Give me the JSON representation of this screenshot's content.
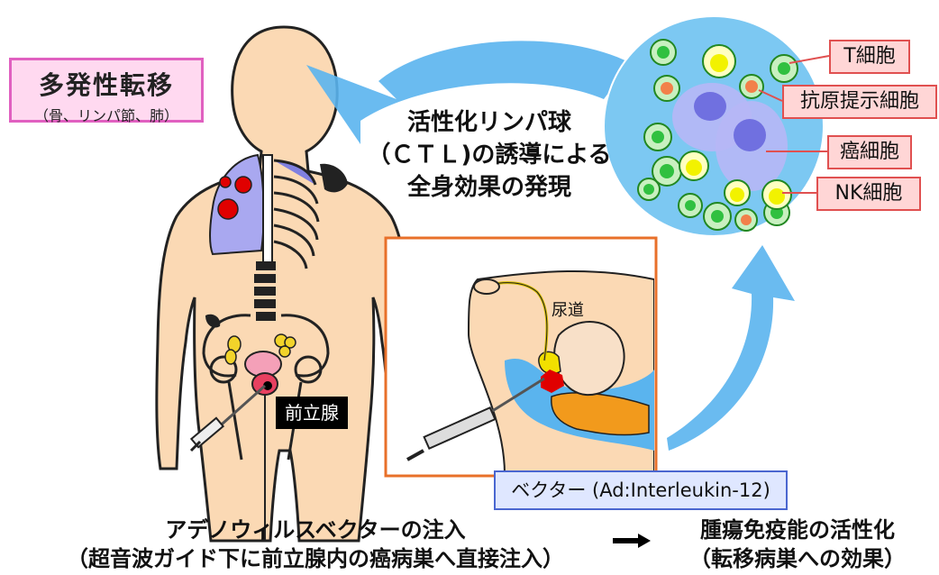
{
  "labels": {
    "metastasis_title": "多発性転移",
    "metastasis_sub": "（骨、リンパ節、肺）",
    "t_cell": "T細胞",
    "apc": "抗原提示細胞",
    "cancer_cell": "癌細胞",
    "nk_cell": "NK細胞",
    "center_line1": "活性化リンパ球",
    "center_line2": "（ＣＴＬ)の誘導による",
    "center_line3": "全身効果の発現",
    "prostate": "前立腺",
    "urethra": "尿道",
    "vector": "ベクター (Ad:Interleukin-12)",
    "bottom_left_line1": "アデノウィルスベクターの注入",
    "bottom_left_line2": "（超音波ガイド下に前立腺内の癌病巣へ直接注入）",
    "bottom_right_line1": "腫瘍免疫能の活性化",
    "bottom_right_line2": "（転移病巣への効果）"
  },
  "colors": {
    "skin": "#fbd9b4",
    "arrow": "#5ab4ee",
    "cell_circle": "#7cc8f2",
    "lung": "#a9a8f0",
    "tumor_red": "#e00000",
    "orange_box": "#e8702a"
  }
}
